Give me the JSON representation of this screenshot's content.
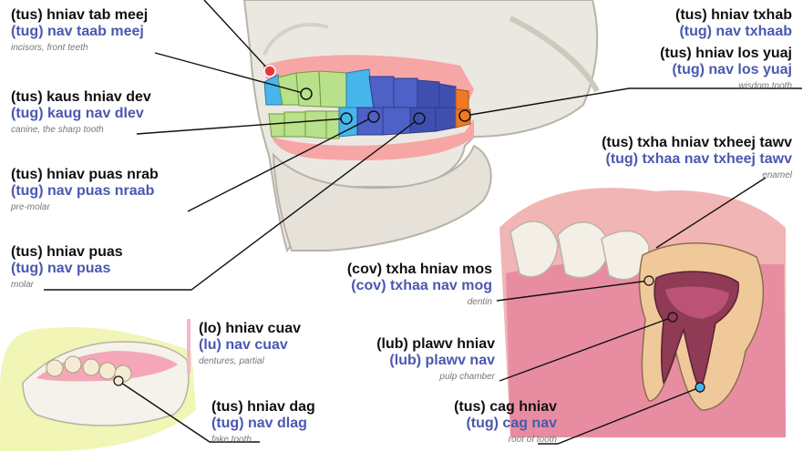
{
  "colors": {
    "incisor": "#b9e08a",
    "canine": "#47b6ea",
    "premolar": "#4e61c6",
    "molar": "#3f4fb0",
    "wisdom": "#ef7a22",
    "gum": "#f7a6a6",
    "bone": "#ebe8e1",
    "label_blue": "#4a58b0",
    "marker_red": "#e23a3a"
  },
  "labels": [
    {
      "id": "incisors",
      "hmong": "(tus) hniav tab meej",
      "alt": "(tug) nav taab meej",
      "english": "incisors, front teeth"
    },
    {
      "id": "canine",
      "hmong": "(tus) kaus hniav dev",
      "alt": "(tug) kaug nav dlev",
      "english": "canine, the sharp tooth"
    },
    {
      "id": "premolar",
      "hmong": "(tus) hniav puas nrab",
      "alt": "(tug) nav puas nraab",
      "english": "pre-molar"
    },
    {
      "id": "molar",
      "hmong": "(tus) hniav puas",
      "alt": "(tug) nav puas",
      "english": "molar"
    },
    {
      "id": "tooth",
      "hmong": "(tus) hniav txhab",
      "alt": "(tug) nav txhaab",
      "english": ""
    },
    {
      "id": "wisdom",
      "hmong": "(tus) hniav los yuaj",
      "alt": "(tug) nav los yuaj",
      "english": "wisdom tooth"
    },
    {
      "id": "enamel",
      "hmong": "(tus) txha hniav txheej tawv",
      "alt": "(tug) txhaa nav txheej tawv",
      "english": "enamel"
    },
    {
      "id": "dentin",
      "hmong": "(cov) txha hniav mos",
      "alt": "(cov) txhaa nav mog",
      "english": "dentin"
    },
    {
      "id": "pulp",
      "hmong": "(lub) plawv hniav",
      "alt": "(lub) plawv nav",
      "english": "pulp chamber"
    },
    {
      "id": "root",
      "hmong": "(tus) cag hniav",
      "alt": "(tug) cag nav",
      "english": "root of tooth"
    },
    {
      "id": "dentures",
      "hmong": "(lo) hniav cuav",
      "alt": "(lu) nav cuav",
      "english": "dentures, partial"
    },
    {
      "id": "fake",
      "hmong": "(tus) hniav dag",
      "alt": "(tug) nav dlag",
      "english": "fake tooth"
    }
  ]
}
